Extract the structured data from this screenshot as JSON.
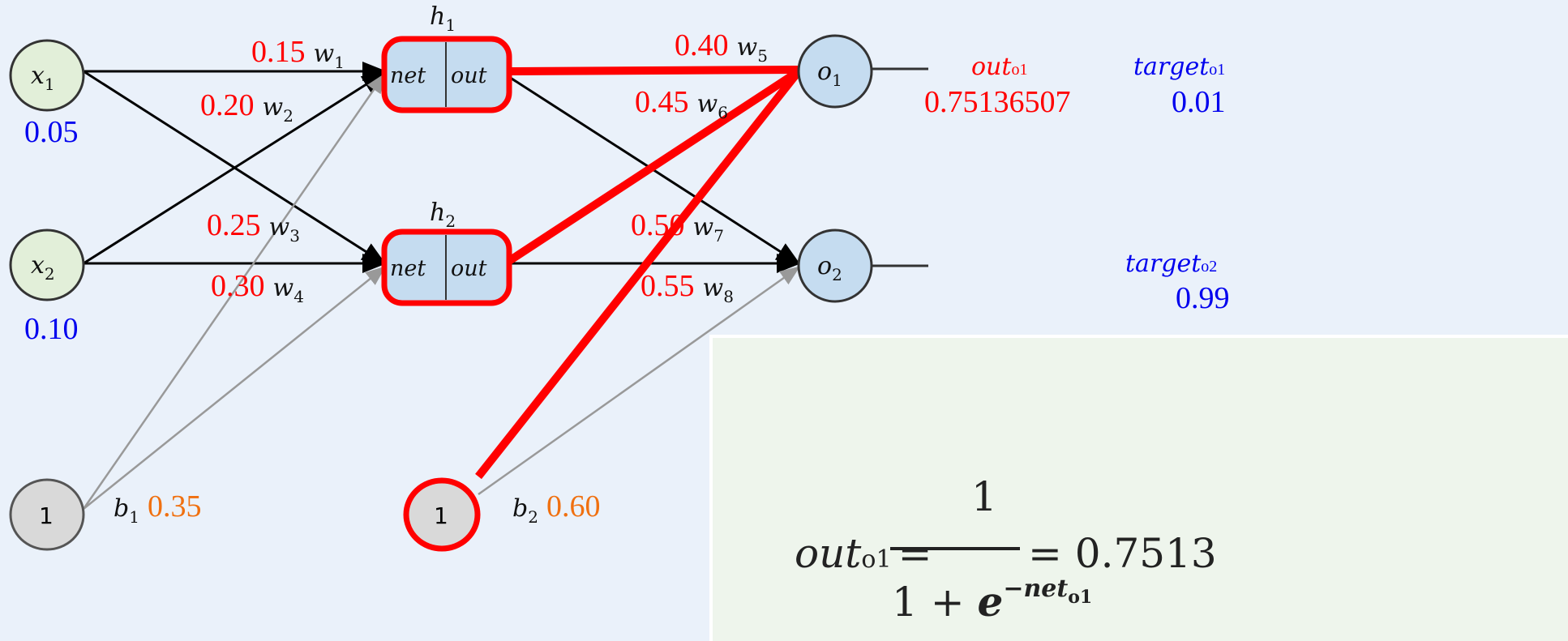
{
  "inputs": [
    {
      "symbol": "x",
      "index": "1",
      "value": "0.05"
    },
    {
      "symbol": "x",
      "index": "2",
      "value": "0.10"
    }
  ],
  "biases": [
    {
      "node_label": "1",
      "symbol": "b",
      "index": "1",
      "value": "0.35"
    },
    {
      "node_label": "1",
      "symbol": "b",
      "index": "2",
      "value": "0.60"
    }
  ],
  "hidden": [
    {
      "symbol": "h",
      "index": "1",
      "net": "net",
      "out": "out"
    },
    {
      "symbol": "h",
      "index": "2",
      "net": "net",
      "out": "out"
    }
  ],
  "outputs": [
    {
      "symbol": "o",
      "index": "1"
    },
    {
      "symbol": "o",
      "index": "2"
    }
  ],
  "weights": [
    {
      "value": "0.15",
      "symbol": "w",
      "index": "1"
    },
    {
      "value": "0.20",
      "symbol": "w",
      "index": "2"
    },
    {
      "value": "0.25",
      "symbol": "w",
      "index": "3"
    },
    {
      "value": "0.30",
      "symbol": "w",
      "index": "4"
    },
    {
      "value": "0.40",
      "symbol": "w",
      "index": "5"
    },
    {
      "value": "0.45",
      "symbol": "w",
      "index": "6"
    },
    {
      "value": "0.50",
      "symbol": "w",
      "index": "7"
    },
    {
      "value": "0.55",
      "symbol": "w",
      "index": "8"
    }
  ],
  "results": {
    "out_o1_label": "out",
    "out_o1_sub": "o1",
    "out_o1_value": "0.75136507",
    "target_o1_label": "target",
    "target_o1_sub": "o1",
    "target_o1_value": "0.01",
    "target_o2_label": "target",
    "target_o2_sub": "o2",
    "target_o2_value": "0.99"
  },
  "formula": {
    "lhs": "out",
    "lhs_sub": "o1",
    "equals": "=",
    "numerator": "1",
    "denominator_prefix": "1 + ",
    "base": "e",
    "exponent": "−net",
    "exponent_sub": "o1",
    "result": "= 0.7513"
  },
  "colors": {
    "highlight": "#ff0000",
    "input_value": "#0000ee",
    "bias_value": "#f07010"
  }
}
